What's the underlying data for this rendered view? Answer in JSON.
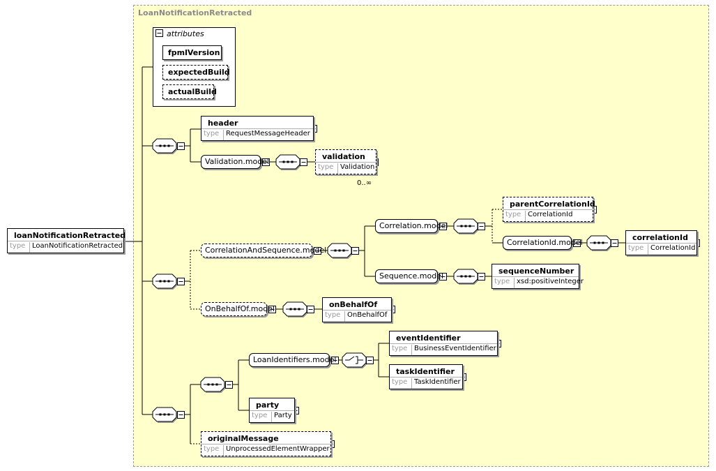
{
  "panel_title": "LoanNotificationRetracted",
  "attributes": {
    "header": "attributes",
    "items": [
      "fpmlVersion",
      "expectedBuild",
      "actualBuild"
    ]
  },
  "type_key": "type",
  "root": {
    "name": "loanNotificationRetracted",
    "type": "LoanNotificationRetracted"
  },
  "elements": {
    "header": {
      "name": "header",
      "type": "RequestMessageHeader"
    },
    "validation": {
      "name": "validation",
      "type": "Validation",
      "occurrence": "0..∞"
    },
    "parentCorrelationId": {
      "name": "parentCorrelationId",
      "type": "CorrelationId"
    },
    "correlationId": {
      "name": "correlationId",
      "type": "CorrelationId"
    },
    "sequenceNumber": {
      "name": "sequenceNumber",
      "type": "xsd:positiveInteger"
    },
    "onBehalfOf": {
      "name": "onBehalfOf",
      "type": "OnBehalfOf"
    },
    "eventIdentifier": {
      "name": "eventIdentifier",
      "type": "BusinessEventIdentifier"
    },
    "taskIdentifier": {
      "name": "taskIdentifier",
      "type": "TaskIdentifier"
    },
    "party": {
      "name": "party",
      "type": "Party"
    },
    "originalMessage": {
      "name": "originalMessage",
      "type": "UnprocessedElementWrapper"
    }
  },
  "groups": {
    "validation_model": "Validation.model",
    "correlation_and_sequence_model": "CorrelationAndSequence.model",
    "correlation_model": "Correlation.model",
    "correlationid_model": "CorrelationId.model",
    "sequence_model": "Sequence.model",
    "onbehalfof_model": "OnBehalfOf.model",
    "loanidentifiers_model": "LoanIdentifiers.model"
  }
}
